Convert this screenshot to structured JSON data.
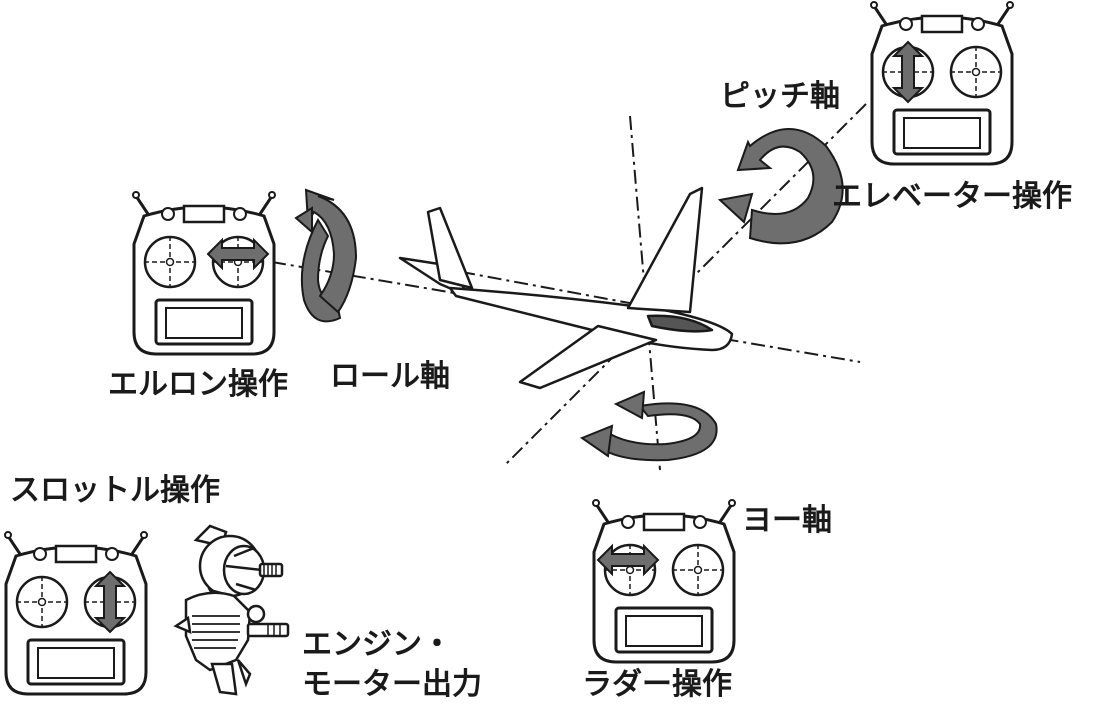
{
  "labels": {
    "pitch_axis": "ピッチ軸",
    "elevator_op": "エレベーター操作",
    "aileron_op": "エルロン操作",
    "roll_axis": "ロール軸",
    "throttle_op": "スロットル操作",
    "yaw_axis": "ヨー軸",
    "engine_line1": "エンジン・",
    "engine_line2": "モーター出力",
    "rudder_op": "ラダー操作"
  },
  "colors": {
    "line": "#1a1a1a",
    "arrow_fill": "#6e6e6e",
    "surface_dark": "#555555"
  },
  "icons": {
    "transmitter": "rc-transmitter-icon",
    "motor": "electric-motor-icon",
    "engine": "glow-engine-icon"
  }
}
